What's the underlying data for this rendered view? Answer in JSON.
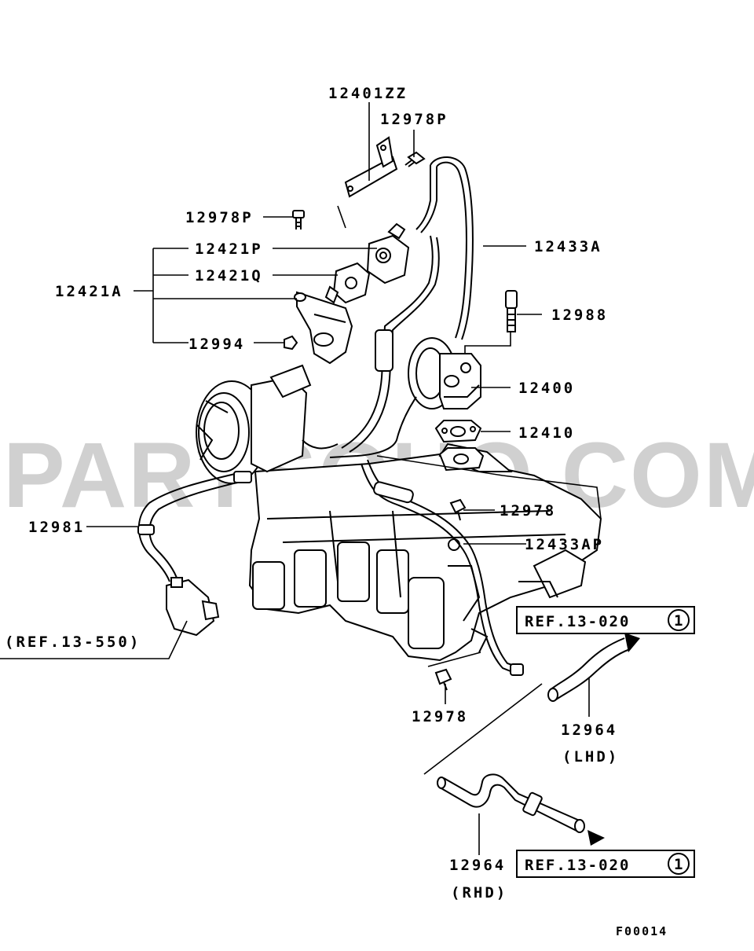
{
  "watermark": "PARTSOUQ.COM",
  "figure_code": "F00014",
  "callouts": {
    "p12401ZZ": "12401ZZ",
    "p12978P_top": "12978P",
    "p12978P_left": "12978P",
    "p12421P": "12421P",
    "p12421Q": "12421Q",
    "p12421A": "12421A",
    "p12994": "12994",
    "p12433A": "12433A",
    "p12988": "12988",
    "p12400": "12400",
    "p12410": "12410",
    "p12981": "12981",
    "p12978_mid": "12978",
    "p12433AP": "12433AP",
    "p12978_bottom": "12978",
    "ref_13_550": "(REF.13-550)",
    "p12964_lhd": "12964",
    "lhd": "(LHD)",
    "p12964_rhd": "12964",
    "rhd": "(RHD)"
  },
  "ref_boxes": {
    "upper": {
      "text": "REF.13-020",
      "circle": "1"
    },
    "lower": {
      "text": "REF.13-020",
      "circle": "1"
    }
  }
}
